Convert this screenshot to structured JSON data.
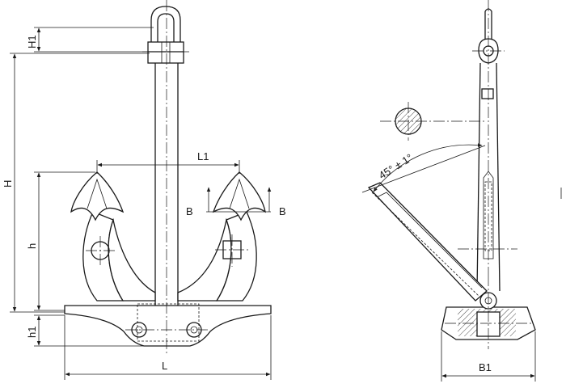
{
  "labels": {
    "H1": "H1",
    "H": "H",
    "h": "h",
    "h1": "h1",
    "L": "L",
    "L1": "L1",
    "B_left": "B",
    "B_right": "B",
    "angle": "45° ± 1°",
    "B1": "B1"
  }
}
